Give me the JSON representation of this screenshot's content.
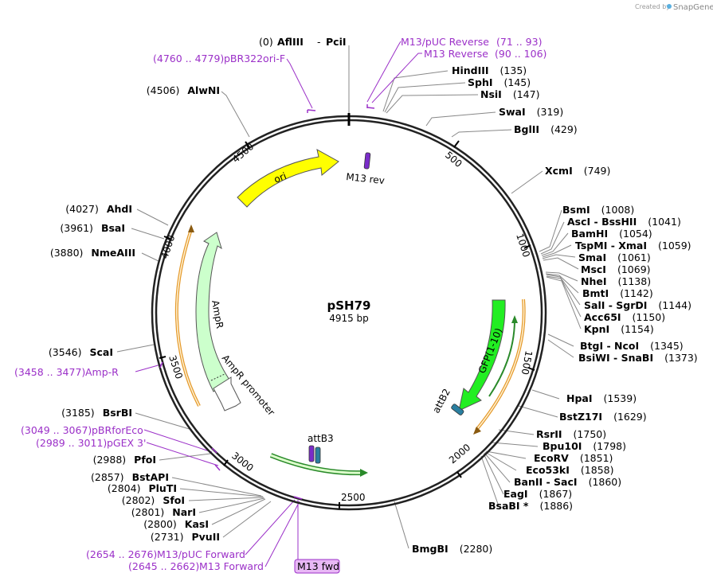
{
  "brand": {
    "created_by": "Created by",
    "app": "SnapGene"
  },
  "plasmid": {
    "name": "pSH79",
    "length": "4915 bp"
  },
  "ticks": {
    "t500": "500",
    "t1000": "1000",
    "t1500": "1500",
    "t2000": "2000",
    "t2500": "2500",
    "t3000": "3000",
    "t3500": "3500",
    "t4000": "4000",
    "t4500": "4500"
  },
  "features": {
    "ori": "ori",
    "m13rev": "M13 rev",
    "ampr": "AmpR",
    "ampr_promoter": "AmpR promoter",
    "gfp": "GFP(1-10)",
    "attb2": "attB2",
    "attb3": "attB3",
    "m13fwd": "M13 fwd"
  },
  "right_sites": [
    {
      "name": "HindIII",
      "pos": "(135)"
    },
    {
      "name": "SphI",
      "pos": "(145)"
    },
    {
      "name": "NsiI",
      "pos": "(147)"
    },
    {
      "name": "SwaI",
      "pos": "(319)"
    },
    {
      "name": "BglII",
      "pos": "(429)"
    },
    {
      "name": "XcmI",
      "pos": "(749)"
    },
    {
      "name": "BsmI",
      "pos": "(1008)"
    },
    {
      "name": "AscI  -  BssHII",
      "pos": "(1041)"
    },
    {
      "name": "BamHI",
      "pos": "(1054)"
    },
    {
      "name": "TspMI  -  XmaI",
      "pos": "(1059)"
    },
    {
      "name": "SmaI",
      "pos": "(1061)"
    },
    {
      "name": "MscI",
      "pos": "(1069)"
    },
    {
      "name": "NheI",
      "pos": "(1138)"
    },
    {
      "name": "BmtI",
      "pos": "(1142)"
    },
    {
      "name": "SalI  -  SgrDI",
      "pos": "(1144)"
    },
    {
      "name": "Acc65I",
      "pos": "(1150)"
    },
    {
      "name": "KpnI",
      "pos": "(1154)"
    },
    {
      "name": "BtgI  -  NcoI",
      "pos": "(1345)"
    },
    {
      "name": "BsiWI  -  SnaBI",
      "pos": "(1373)"
    },
    {
      "name": "HpaI",
      "pos": "(1539)"
    },
    {
      "name": "BstZ17I",
      "pos": "(1629)"
    },
    {
      "name": "RsrII",
      "pos": "(1750)"
    },
    {
      "name": "Bpu10I",
      "pos": "(1798)"
    },
    {
      "name": "EcoRV",
      "pos": "(1851)"
    },
    {
      "name": "Eco53kI",
      "pos": "(1858)"
    },
    {
      "name": "BanII  -  SacI",
      "pos": "(1860)"
    },
    {
      "name": "EagI",
      "pos": "(1867)"
    },
    {
      "name": "BsaBI *",
      "pos": "(1886)"
    },
    {
      "name": "BmgBI",
      "pos": "(2280)"
    }
  ],
  "left_sites": [
    {
      "name": "AlwNI",
      "pos": "(4506)"
    },
    {
      "name": "AhdI",
      "pos": "(4027)"
    },
    {
      "name": "BsaI",
      "pos": "(3961)"
    },
    {
      "name": "NmeAIII",
      "pos": "(3880)"
    },
    {
      "name": "ScaI",
      "pos": "(3546)"
    },
    {
      "name": "BsrBI",
      "pos": "(3185)"
    },
    {
      "name": "PfoI",
      "pos": "(2988)"
    },
    {
      "name": "BstAPI",
      "pos": "(2857)"
    },
    {
      "name": "PluTI",
      "pos": "(2804)"
    },
    {
      "name": "SfoI",
      "pos": "(2802)"
    },
    {
      "name": "NarI",
      "pos": "(2801)"
    },
    {
      "name": "KasI",
      "pos": "(2800)"
    },
    {
      "name": "PvuII",
      "pos": "(2731)"
    }
  ],
  "top_sites": {
    "zero": "(0)",
    "afliii": "AflIII",
    "dash": "-",
    "pcii": "PciI"
  },
  "primers": {
    "m13puc_rev": {
      "name": "M13/pUC Reverse",
      "range": "(71 .. 93)"
    },
    "m13_rev": {
      "name": "M13 Reverse",
      "range": "(90 .. 106)"
    },
    "pbr322": {
      "range": "(4760 .. 4779)",
      "name": "pBR322ori-F"
    },
    "ampr_p": {
      "range": "(3458 .. 3477)",
      "name": "Amp-R"
    },
    "pbrfor": {
      "range": "(3049 .. 3067)",
      "name": "pBRforEco"
    },
    "pgex3": {
      "range": "(2989 .. 3011)",
      "name": "pGEX 3'"
    },
    "m13puc_fwd": {
      "range": "(2654 .. 2676)",
      "name": "M13/pUC Forward"
    },
    "m13_fwd": {
      "range": "(2645 .. 2662)",
      "name": "M13 Forward"
    }
  }
}
